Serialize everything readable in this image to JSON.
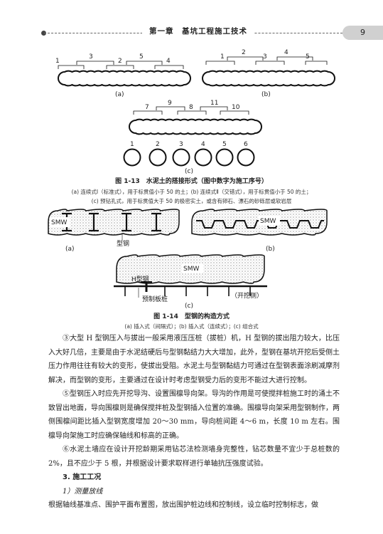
{
  "header": {
    "chapter": "第一章　基坑工程施工技术",
    "page_number": "9"
  },
  "fig13": {
    "a_numbers": [
      "1",
      "3",
      "2",
      "5",
      "4"
    ],
    "b_numbers": [
      "1",
      "2",
      "3",
      "4",
      "5"
    ],
    "c_numbers": [
      "7",
      "9",
      "8",
      "11",
      "10"
    ],
    "c_circle_numbers": [
      "1",
      "2",
      "3",
      "4",
      "5",
      "6"
    ],
    "label_a": "(a)",
    "label_b": "(b)",
    "label_c": "(c)",
    "title": "图 1-13　水泥土的搭接形式（图中数字为施工序号）",
    "note1": "(a) 连续式Ⅰ（标准式），用于标贯值小于 50 的土；(b) 连续式Ⅱ（交错式），用于标贯值小于 50 的土；",
    "note2": "(c) 预钻孔式，用于标贯值大于 50 的极密实土，或含有卵石、漂石的砂砾层或软岩层"
  },
  "fig14": {
    "smw": "SMW",
    "label_xinggang": "型钢",
    "label_hxinggang": "H型钢",
    "label_yuzhi": "预制板桩",
    "label_kaiwa": "（开挖侧）",
    "label_a": "(a)",
    "label_b": "(b)",
    "label_c": "(c)",
    "title": "图 1-14　型钢的构造方式",
    "note": "(a) 插入式（间隔式）；(b) 插入式（连续式）；(c) 组合式"
  },
  "body": {
    "p1": "③大型 H 型钢压入与拔出一般采用液压压桩（拔桩）机，H 型钢的拔出阻力较大，比压入大好几倍，主要是由于水泥结硬后与型钢黏结力大大增加，此外，型钢在基坑开挖后受侧土压力作用往往有较大的变形，使拔出受阻。水泥土与型钢黏结力可通过在型钢表面涂刷减摩剂解决，而型钢的变形，主要通过在设计时考虑型钢受力后的变形不能过大进行控制。",
    "p2": "⑤型钢压入时应先开挖导沟、设置围檩导向架。导沟的作用是可使搅拌桩施工时的涌土不致冒出地面，导向围檩则是确保搅拌桩及型钢插入位置的准确。围檩导向架采用型钢制作，两侧围檩间距比插入型钢宽度增加 20～30 mm，导向桩间距 4～6 m，长度 10 m 左右。围檩导向架施工时应确保轴线和标高的正确。",
    "p3": "⑥水泥土墙应在设计开挖龄期采用钻芯法检测墙身完整性，钻芯数量不宜少于总桩数的 2%，且不应少于 5 根，并根据设计要求取样进行单轴抗压强度试验。",
    "section": "3. 施工工况",
    "sub": "1）测量放线",
    "p4": "根据轴线基准点、围护平面布置图，放出围护桩边线和控制线，设立临时控制标志，做"
  }
}
